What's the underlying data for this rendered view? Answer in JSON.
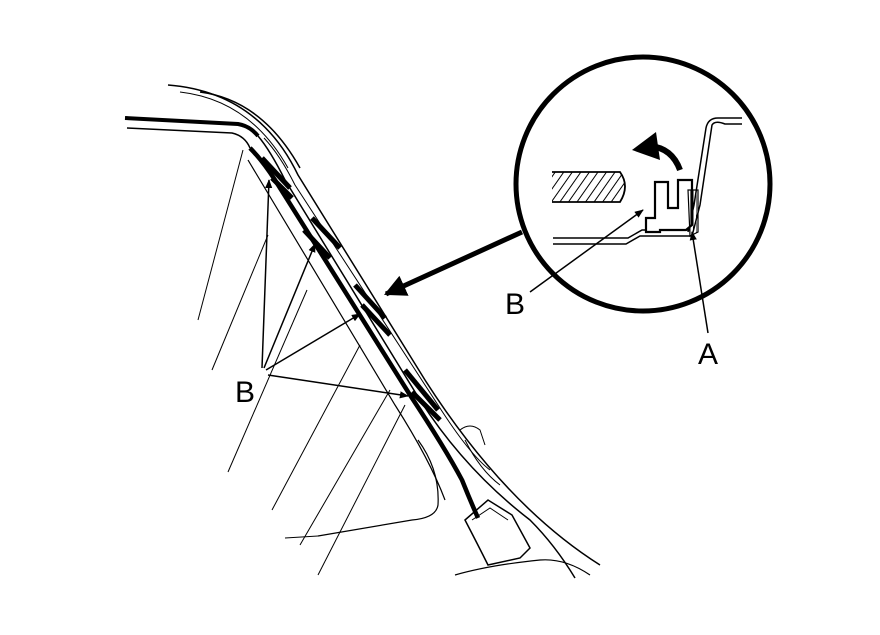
{
  "labels": {
    "clip": "B",
    "clip_detail": "B",
    "part_a": "A"
  },
  "colors": {
    "ink": "#000000",
    "paper": "#ffffff"
  }
}
